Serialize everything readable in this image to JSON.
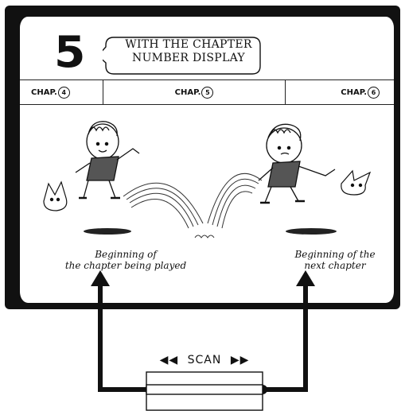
{
  "header": {
    "number": "5",
    "callout_line1": "WITH THE CHAPTER",
    "callout_line2": "NUMBER DISPLAY"
  },
  "chapters": [
    {
      "prefix": "CHAP.",
      "number": "4"
    },
    {
      "prefix": "CHAP.",
      "number": "5"
    },
    {
      "prefix": "CHAP.",
      "number": "6"
    }
  ],
  "captions": {
    "left_line1": "Beginning of",
    "left_line2": "the chapter being played",
    "right_line1": "Beginning of the",
    "right_line2": "next chapter"
  },
  "control": {
    "left_arrows": "◀◀",
    "label": "SCAN",
    "right_arrows": "▶▶"
  }
}
